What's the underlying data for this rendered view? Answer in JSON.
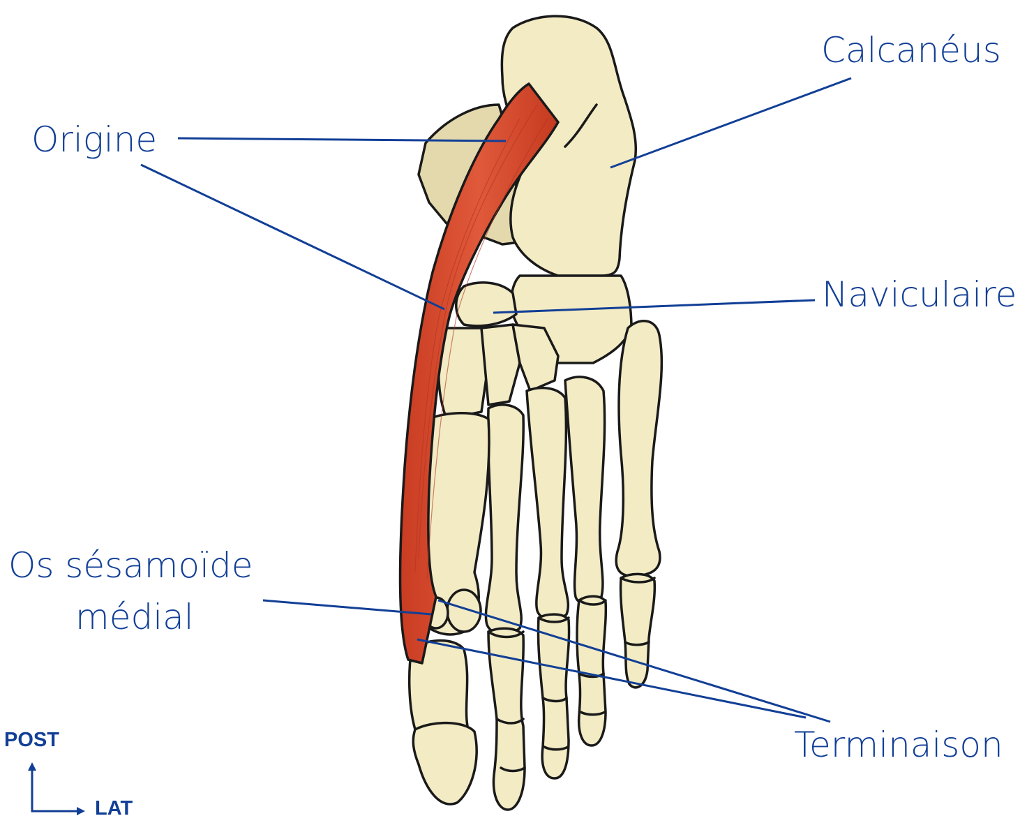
{
  "colors": {
    "label": "#123f96",
    "bone_fill": "#f2ebc4",
    "bone_shadow": "#e3d9ad",
    "muscle": "#d84a2e",
    "outline": "#1a1a1a"
  },
  "labels": {
    "calcaneus": "Calcanéus",
    "origin": "Origine",
    "navicular": "Naviculaire",
    "sesamoid_line1": "Os sésamoïde",
    "sesamoid_line2": "médial",
    "insertion": "Terminaison"
  },
  "orientation": {
    "vertical": "POST",
    "horizontal": "LAT"
  }
}
